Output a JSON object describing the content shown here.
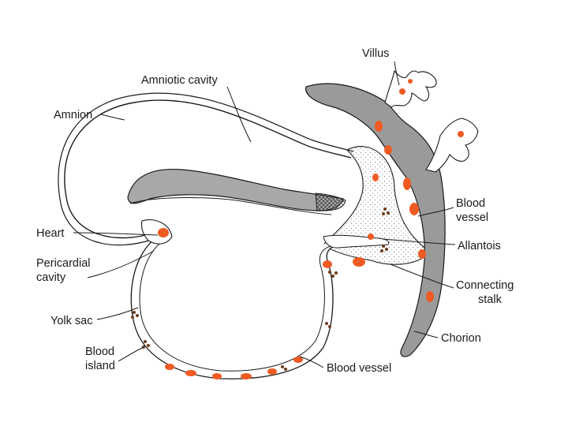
{
  "labels": {
    "villus": "Villus",
    "amniotic_cavity": "Amniotic cavity",
    "amnion": "Amnion",
    "blood_vessel_right": [
      "Blood",
      "vessel"
    ],
    "heart": "Heart",
    "allantois": "Allantois",
    "pericardial_cavity": [
      "Pericardial",
      "cavity"
    ],
    "connecting_stalk": [
      "Connecting",
      "stalk"
    ],
    "yolk_sac": "Yolk sac",
    "chorion": "Chorion",
    "blood_island": [
      "Blood",
      "island"
    ],
    "blood_vessel_bottom": "Blood vessel"
  },
  "colors": {
    "blood": "#f05a23",
    "tissue_gray": "#9a9a9a",
    "mesoderm_fill": "#f3f3f3",
    "outline": "#1a1a1a",
    "blood_island_dots": "#6b3c1c"
  }
}
